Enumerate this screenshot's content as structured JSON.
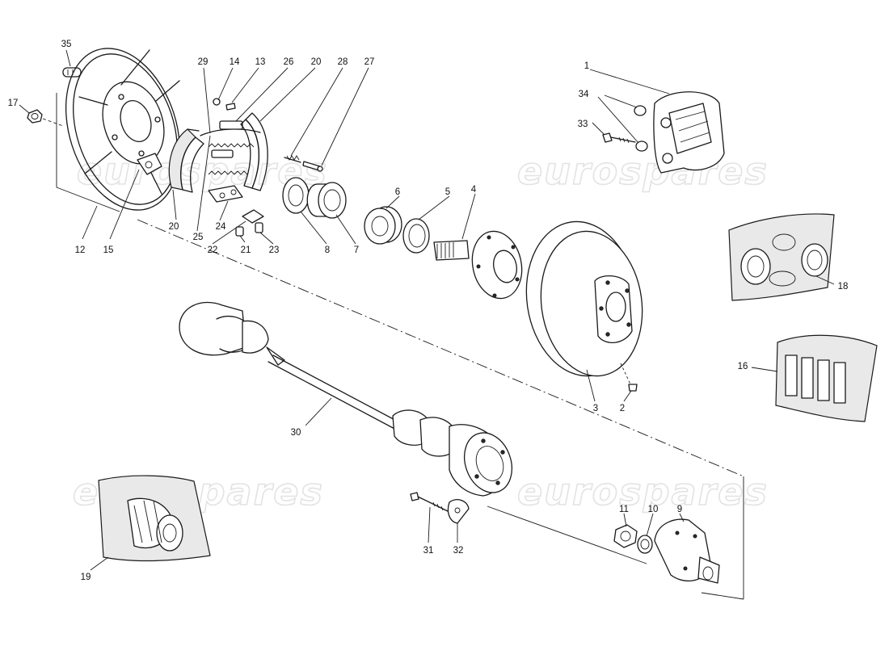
{
  "watermark": "eurospares",
  "colors": {
    "line": "#1a1a1a",
    "background": "#ffffff",
    "watermark": "#e3e3e3"
  },
  "parts": [
    {
      "n": "1"
    },
    {
      "n": "2"
    },
    {
      "n": "3"
    },
    {
      "n": "4"
    },
    {
      "n": "5"
    },
    {
      "n": "6"
    },
    {
      "n": "7"
    },
    {
      "n": "8"
    },
    {
      "n": "9"
    },
    {
      "n": "10"
    },
    {
      "n": "11"
    },
    {
      "n": "12"
    },
    {
      "n": "13"
    },
    {
      "n": "14"
    },
    {
      "n": "15"
    },
    {
      "n": "16"
    },
    {
      "n": "17"
    },
    {
      "n": "18"
    },
    {
      "n": "19"
    },
    {
      "n": "20"
    },
    {
      "n": "20"
    },
    {
      "n": "21"
    },
    {
      "n": "22"
    },
    {
      "n": "23"
    },
    {
      "n": "24"
    },
    {
      "n": "25"
    },
    {
      "n": "26"
    },
    {
      "n": "27"
    },
    {
      "n": "28"
    },
    {
      "n": "29"
    },
    {
      "n": "30"
    },
    {
      "n": "31"
    },
    {
      "n": "32"
    },
    {
      "n": "33"
    },
    {
      "n": "34"
    },
    {
      "n": "35"
    }
  ]
}
